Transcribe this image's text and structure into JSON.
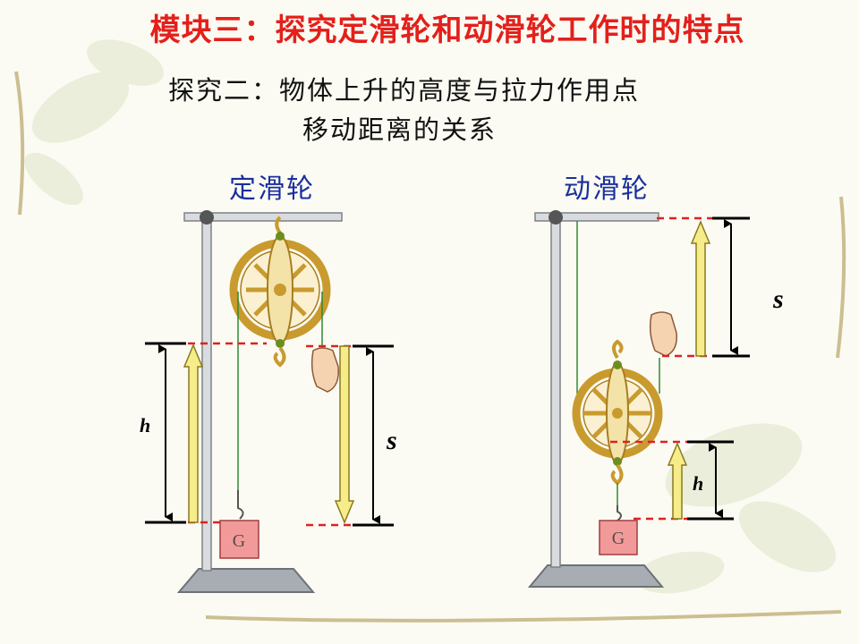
{
  "slide": {
    "title": "模块三：探究定滑轮和动滑轮工作时的特点",
    "subtitle_line1": "探究二：物体上升的高度与拉力作用点",
    "subtitle_line2": "移动距离的关系"
  },
  "fixed_pulley": {
    "label": "定滑轮",
    "weight_label": "G",
    "height_label": "h",
    "distance_label": "s"
  },
  "movable_pulley": {
    "label": "动滑轮",
    "weight_label": "G",
    "height_label": "h",
    "distance_label": "s"
  },
  "colors": {
    "title": "#e3201b",
    "label": "#1a2f9c",
    "dashed_line": "#e02020",
    "arrow_fill": "#f7ec8a",
    "wheel": "#c99a2e",
    "weight": "#f29a9a",
    "stand": "#9aa0a8"
  }
}
